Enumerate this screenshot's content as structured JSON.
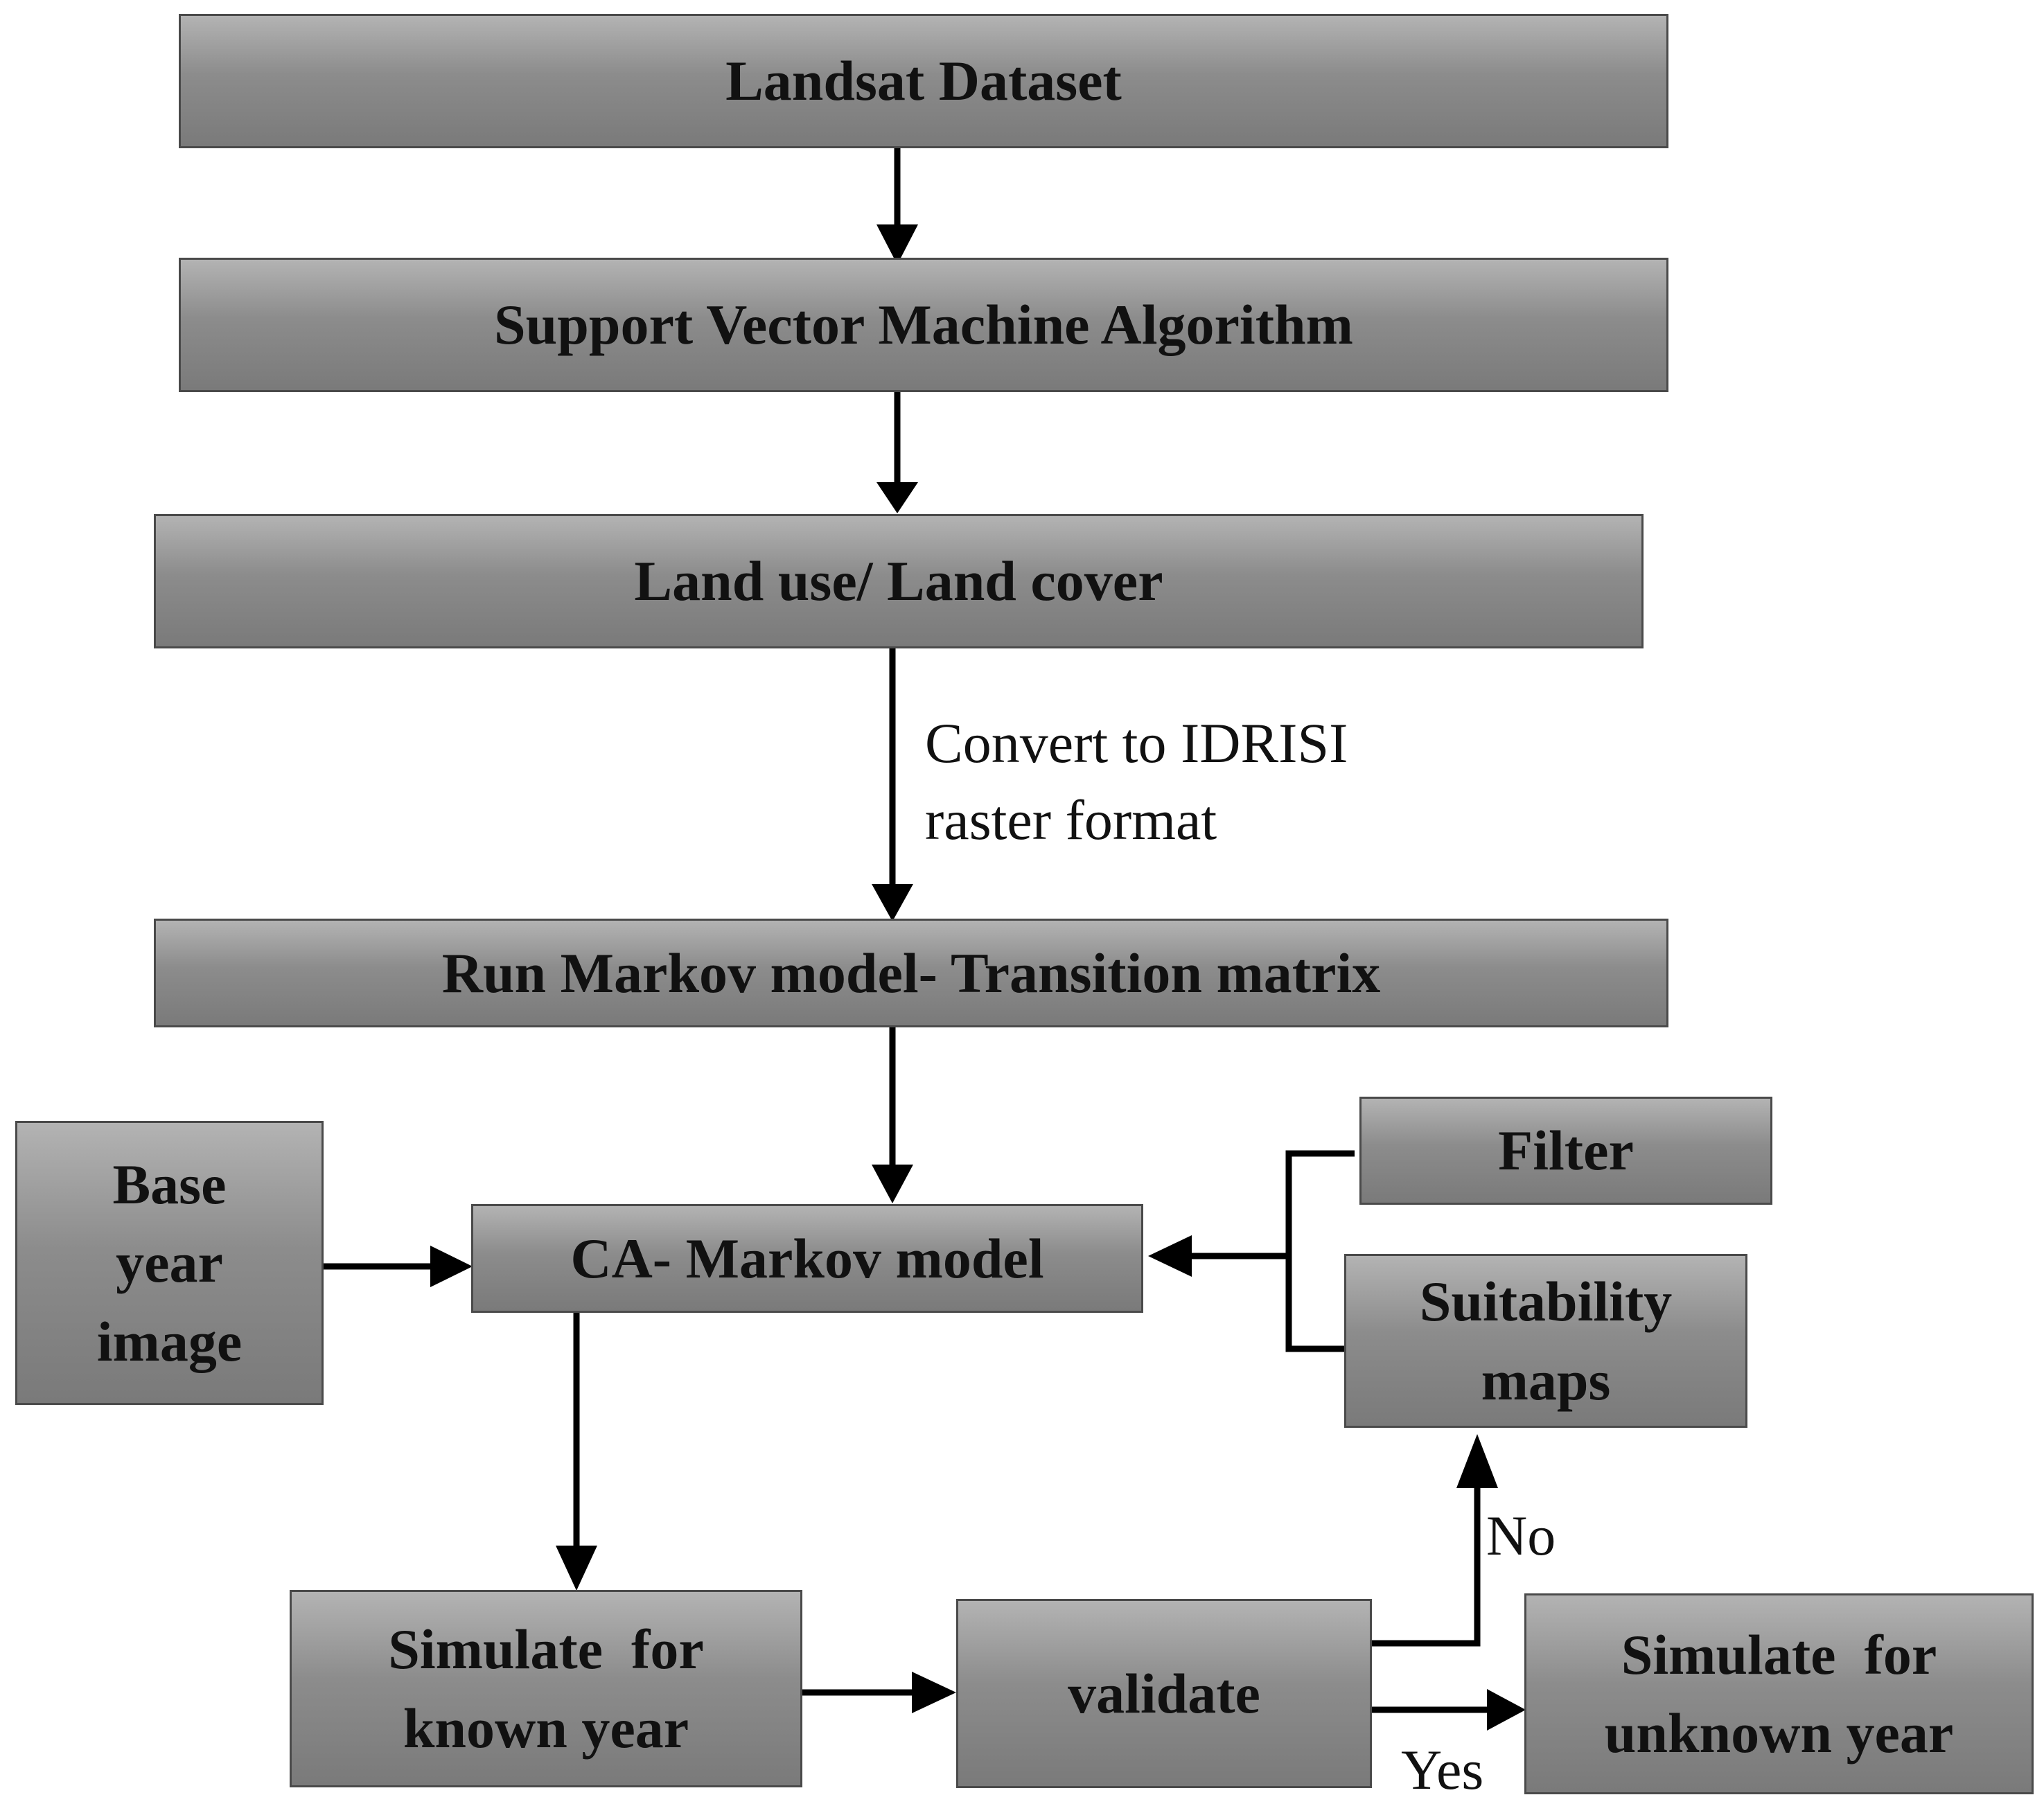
{
  "nodes": {
    "landsat": "Landsat Dataset",
    "svm": "Support Vector Machine Algorithm",
    "lulc": "Land use/ Land cover",
    "markov": "Run Markov model- Transition matrix",
    "base_year": [
      "Base",
      "year",
      "image"
    ],
    "ca_markov": "CA- Markov model",
    "filter": "Filter",
    "suitability": [
      "Suitability",
      "maps"
    ],
    "sim_known": [
      "Simulate  for",
      "known year"
    ],
    "validate": "validate",
    "sim_unknown": [
      "Simulate  for",
      "unknown year"
    ]
  },
  "edge_labels": {
    "convert": [
      "Convert to IDRISI",
      "raster format"
    ],
    "no": "No",
    "yes": "Yes"
  }
}
